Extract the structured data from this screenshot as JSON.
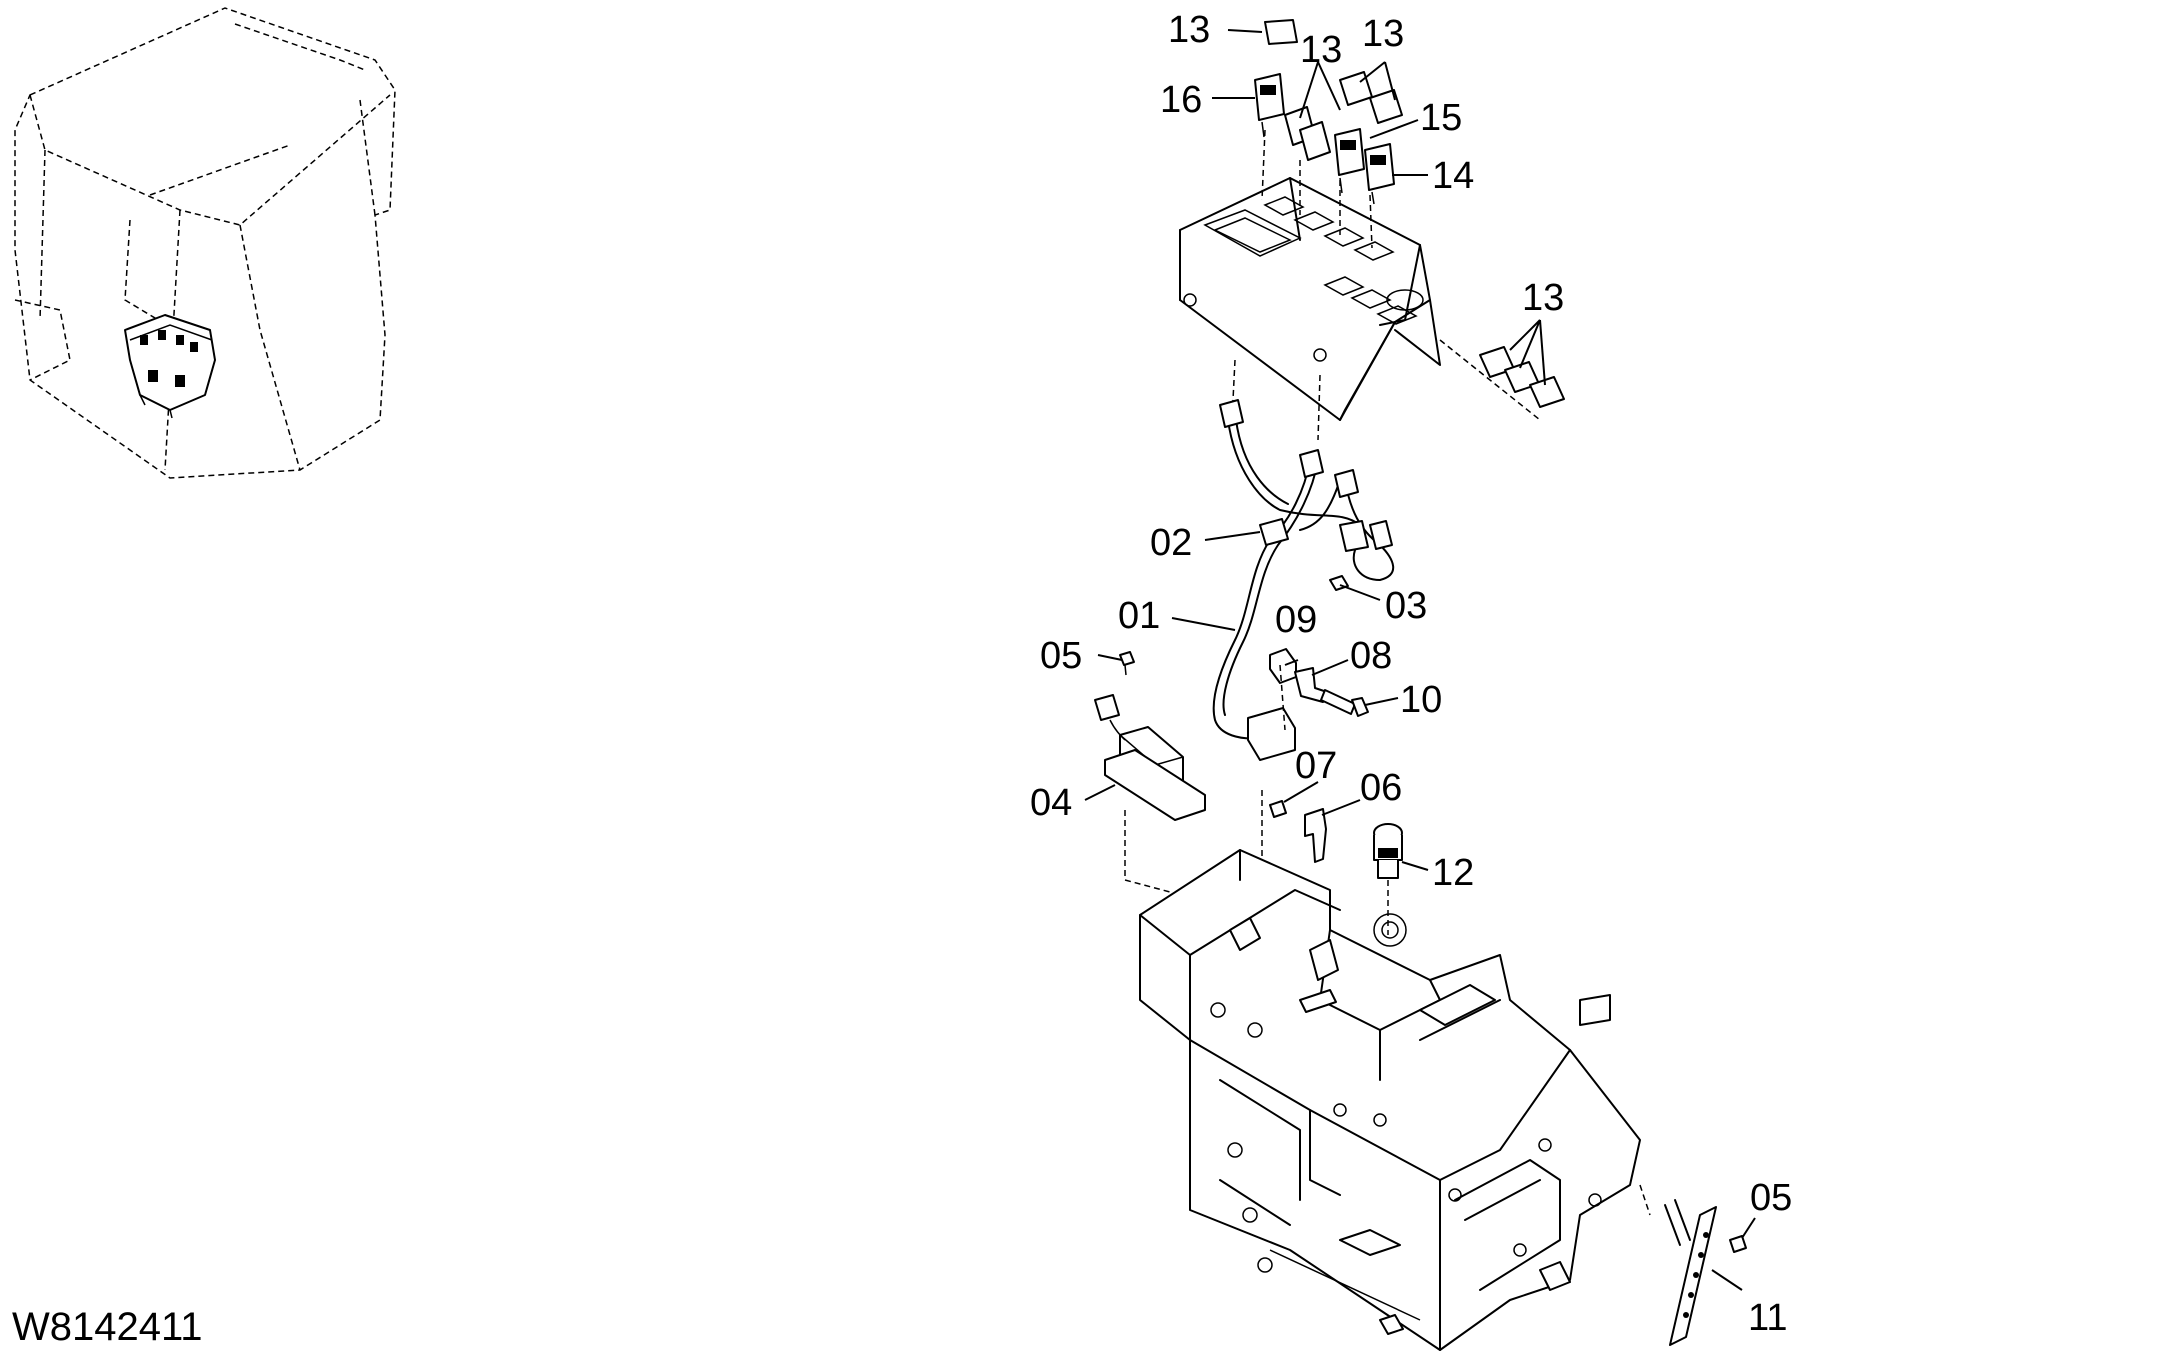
{
  "drawing_number": "W8142411",
  "callouts": [
    {
      "id": "c13a",
      "text": "13"
    },
    {
      "id": "c13b",
      "text": "13"
    },
    {
      "id": "c13c",
      "text": "13"
    },
    {
      "id": "c16",
      "text": "16"
    },
    {
      "id": "c15",
      "text": "15"
    },
    {
      "id": "c14",
      "text": "14"
    },
    {
      "id": "c13d",
      "text": "13"
    },
    {
      "id": "c02",
      "text": "02"
    },
    {
      "id": "c03",
      "text": "03"
    },
    {
      "id": "c01",
      "text": "01"
    },
    {
      "id": "c09",
      "text": "09"
    },
    {
      "id": "c08",
      "text": "08"
    },
    {
      "id": "c05a",
      "text": "05"
    },
    {
      "id": "c10",
      "text": "10"
    },
    {
      "id": "c07",
      "text": "07"
    },
    {
      "id": "c06",
      "text": "06"
    },
    {
      "id": "c04",
      "text": "04"
    },
    {
      "id": "c12",
      "text": "12"
    },
    {
      "id": "c05b",
      "text": "05"
    },
    {
      "id": "c11",
      "text": "11"
    }
  ]
}
